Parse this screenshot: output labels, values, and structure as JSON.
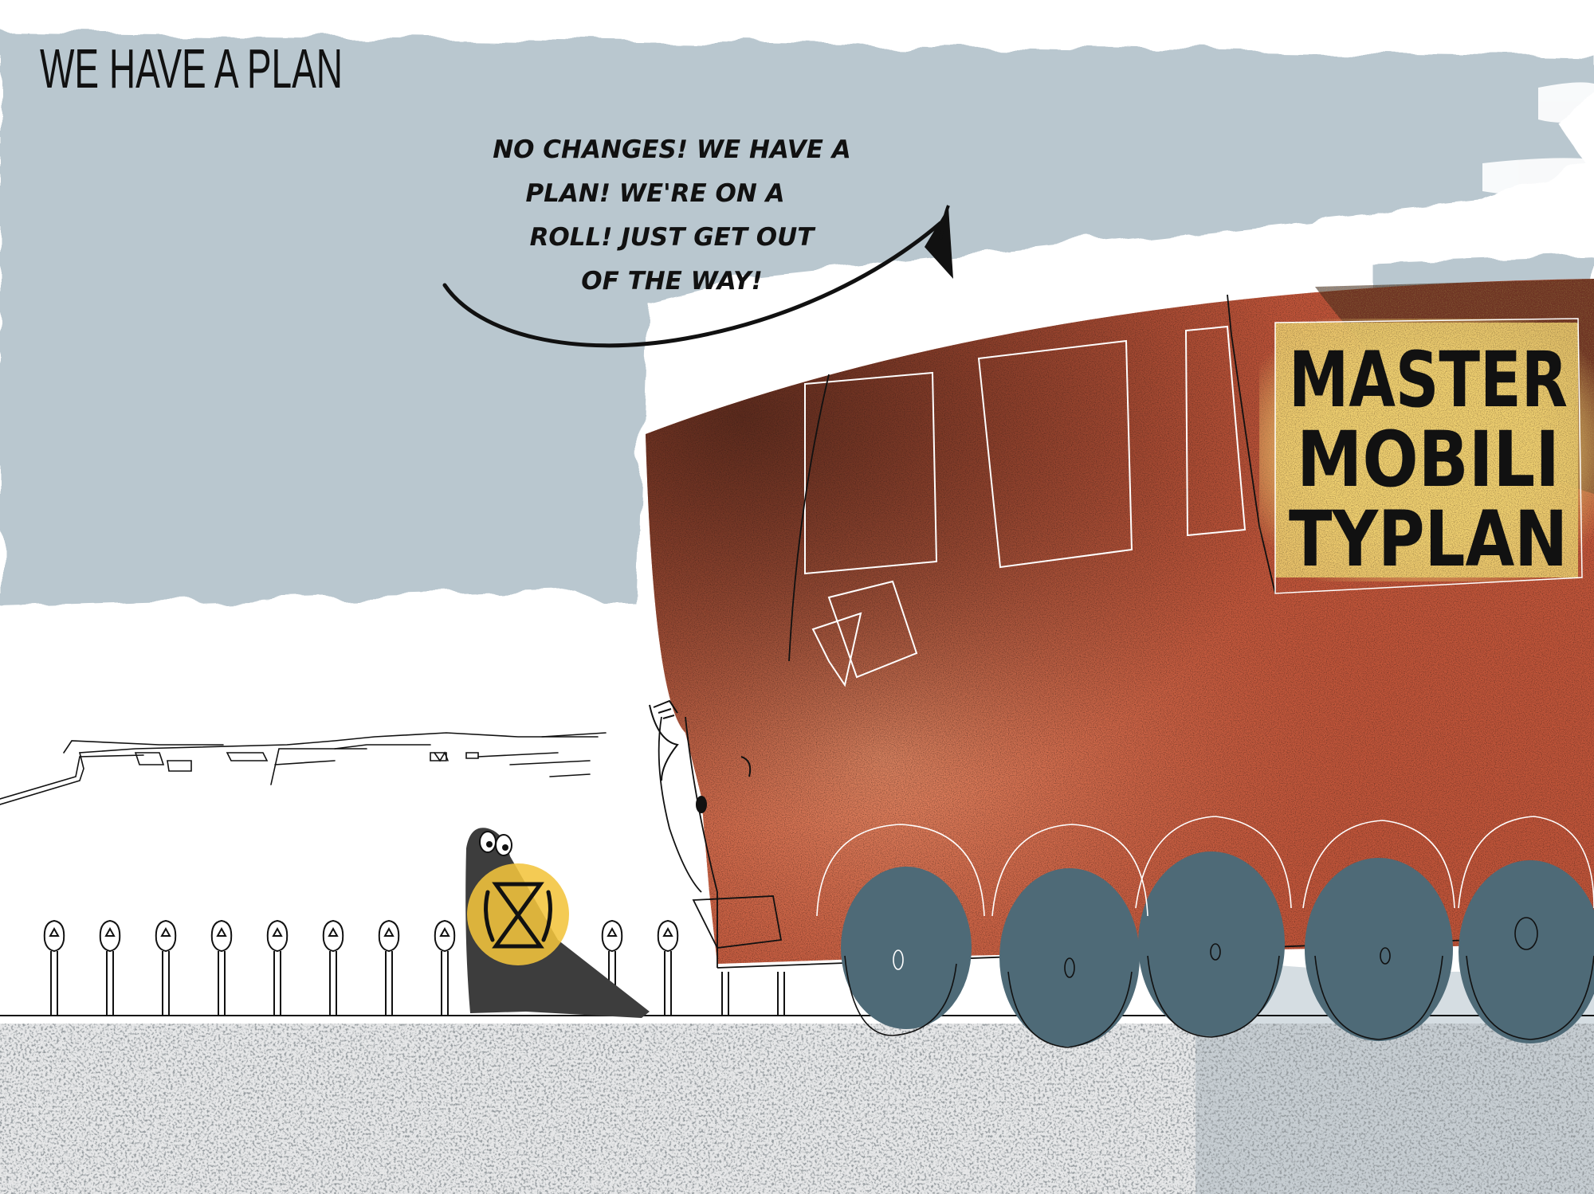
{
  "comic": {
    "title": "WE HAVE A PLAN",
    "speech": {
      "lines": [
        "NO CHANGES! WE HAVE A",
        "PLAN! WE'RE ON A",
        "ROLL! JUST GET OUT",
        "OF THE WAY!"
      ]
    },
    "truck_sign": {
      "lines": [
        "MASTER",
        "MOBILI",
        "TYPLAN"
      ]
    },
    "colors": {
      "sky_wash": "#b9c7cf",
      "truck_body": "#c0553a",
      "truck_highlight": "#e2825f",
      "truck_shadow": "#2a1712",
      "sign_yellow": "#f0d071",
      "wheel_blue": "#4e6a77",
      "ground_speckle": "#8e9599",
      "character_dark": "#3d3d3d",
      "badge_yellow": "#f2c43c",
      "ink": "#111111"
    },
    "icons": {
      "speech_tail": "arrow-curve-icon",
      "character_badge": "xr-hourglass-icon",
      "parking_meter": "parking-meter-icon"
    }
  }
}
